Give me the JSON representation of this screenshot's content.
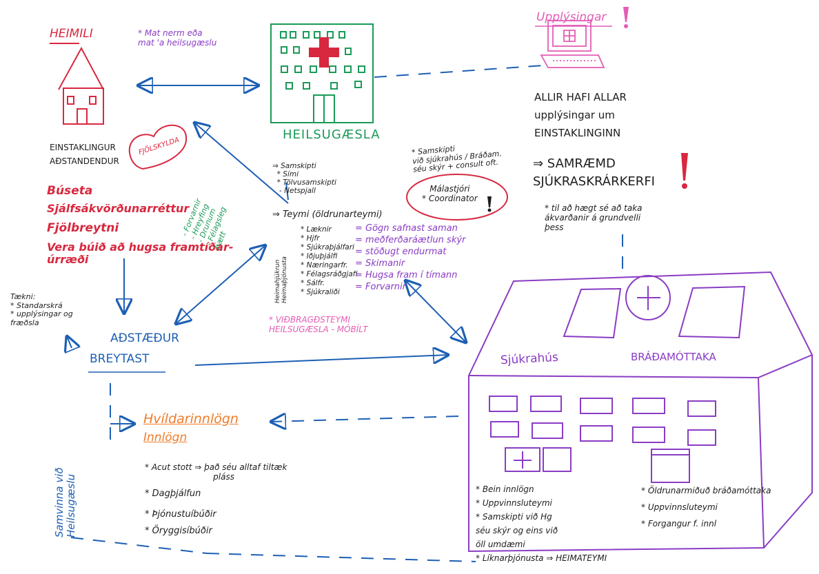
{
  "colors": {
    "home": "#d8283f",
    "health_center": "#1a9a57",
    "arrows": "#1d5fb4",
    "hospital": "#8a3cc4",
    "info": "#e45cb5",
    "admission": "#f07b28",
    "ink": "#1d1d1d"
  },
  "home": {
    "title": "HEIMILI",
    "food_note": "* Mat nerm eða\nmat 'a heilsugæslu",
    "individual_line1": "EINSTAKLINGUR",
    "individual_line2": "AÐSTANDENDUR",
    "family_heart": "FJÖLSKYLDA",
    "living": "Búseta",
    "self_determination": "Sjálfsákvörðunarréttur",
    "diversity": "Fjölbreytni",
    "future": "Vera búið að hugsa framtíðar-\núrræði",
    "green_list": "- Forvarnir\n- Hreyfing\n- Drunum\n- Félagsleg\nþætt"
  },
  "health_center": {
    "title": "HEILSUGÆSLA",
    "communication": "⇒ Samskipti\n  * Sími\n  * Tölvusamskipti\n   - Netspjall",
    "team": "⇒ Teymi (öldrunarteymi)",
    "team_list": [
      "* Læknir",
      "* Hjfr",
      "* Sjúkraþjálfari",
      "* Iðjuþjálfi",
      "* Næringarfr.",
      "* Félagsráðgjafi",
      "* Sálfr.",
      "* Sjúkraliði"
    ],
    "vertical_label": "Heimahjúkrun\nHeimaþjónusta",
    "team_goals": "= Gögn safnast saman\n= meðferðaráætlun skýr\n= stöðugt endurmat\n= Skimanir\n= Hugsa fram í tímann\n= Forvarnir",
    "response_team": "* VIÐBRAGÐSTEYMI\nHEILSUGÆSLA - MÓBÍLT"
  },
  "coordination": {
    "note": "* Samskipti\nvið sjúkrahús / Bráðam.\nséu skýr + consult oft.",
    "coordinator": "Málastjóri\n* Coordinator"
  },
  "info": {
    "title": "Upplýsingar",
    "all_info": "ALLIR HAFI ALLAR\nupplýsingar um\nEINSTAKLINGINN",
    "unified": "⇒ SAMRÆMD\nSJÚKRASKRÁRKERFI",
    "note": "* til að hægt sé að taka\nákvarðanir á grundvelli\nþess"
  },
  "tech": {
    "label": "Tækni:\n* Standarskrá\n* upplýsingar og\nfræðsla"
  },
  "deterioration": {
    "line1": "AÐSTÆÐUR",
    "line2": "BREYTAST"
  },
  "admission": {
    "title": "Hvíldarinnlögn",
    "subtitle": "Innlögn",
    "items": [
      "* Acut stott ⇒ það séu alltaf tiltæk\n                          pláss",
      "* Dagþjálfun",
      "* Þjónustuíbúðir",
      "* Öryggisíbúðir"
    ],
    "cooperation": "Samvinna við\nHeilsugæslu"
  },
  "hospital": {
    "label_left": "Sjúkrahús",
    "label_right": "BRÁÐAMÓTTAKA",
    "left_list": "* Bein innlögn\n* Uppvinnsluteymi\n* Samskipti við Hg\nséu skýr og eins við\nöll umdæmi\n* Líknarþjónusta ⇒ HEIMATEYMI",
    "right_list": "* Öldrunarmiðuð bráðamóttaka\n* Uppvinnsluteymi\n* Forgangur f. innl"
  }
}
